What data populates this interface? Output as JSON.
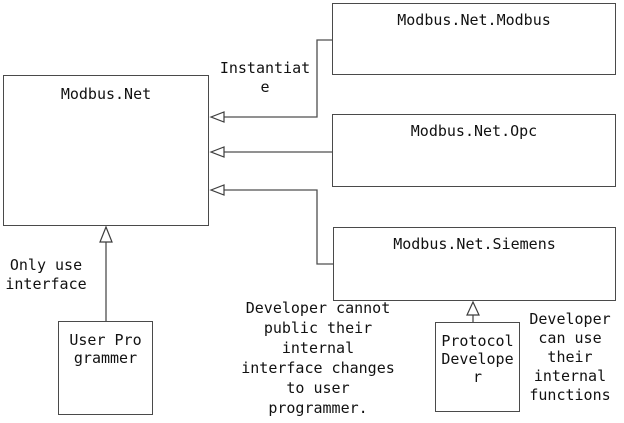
{
  "diagram": {
    "boxes": {
      "modbus_net": {
        "label": "Modbus.Net"
      },
      "modbus_net_modbus": {
        "label": "Modbus.Net.Modbus"
      },
      "modbus_net_opc": {
        "label": "Modbus.Net.Opc"
      },
      "modbus_net_siemens": {
        "label": "Modbus.Net.Siemens"
      },
      "user_programmer": {
        "label": "User Programmer"
      },
      "protocol_developer": {
        "label": "Protocol Developer"
      }
    },
    "annotations": {
      "instantiate": "Instantiate",
      "only_use_interface": "Only use interface",
      "developer_cannot": "Developer cannot public their internal interface changes to user programmer.",
      "developer_can_use": "Developer can use their internal functions"
    },
    "colors": {
      "background": "#ffffff",
      "line": "#4f4f4f",
      "text": "#111111"
    }
  }
}
